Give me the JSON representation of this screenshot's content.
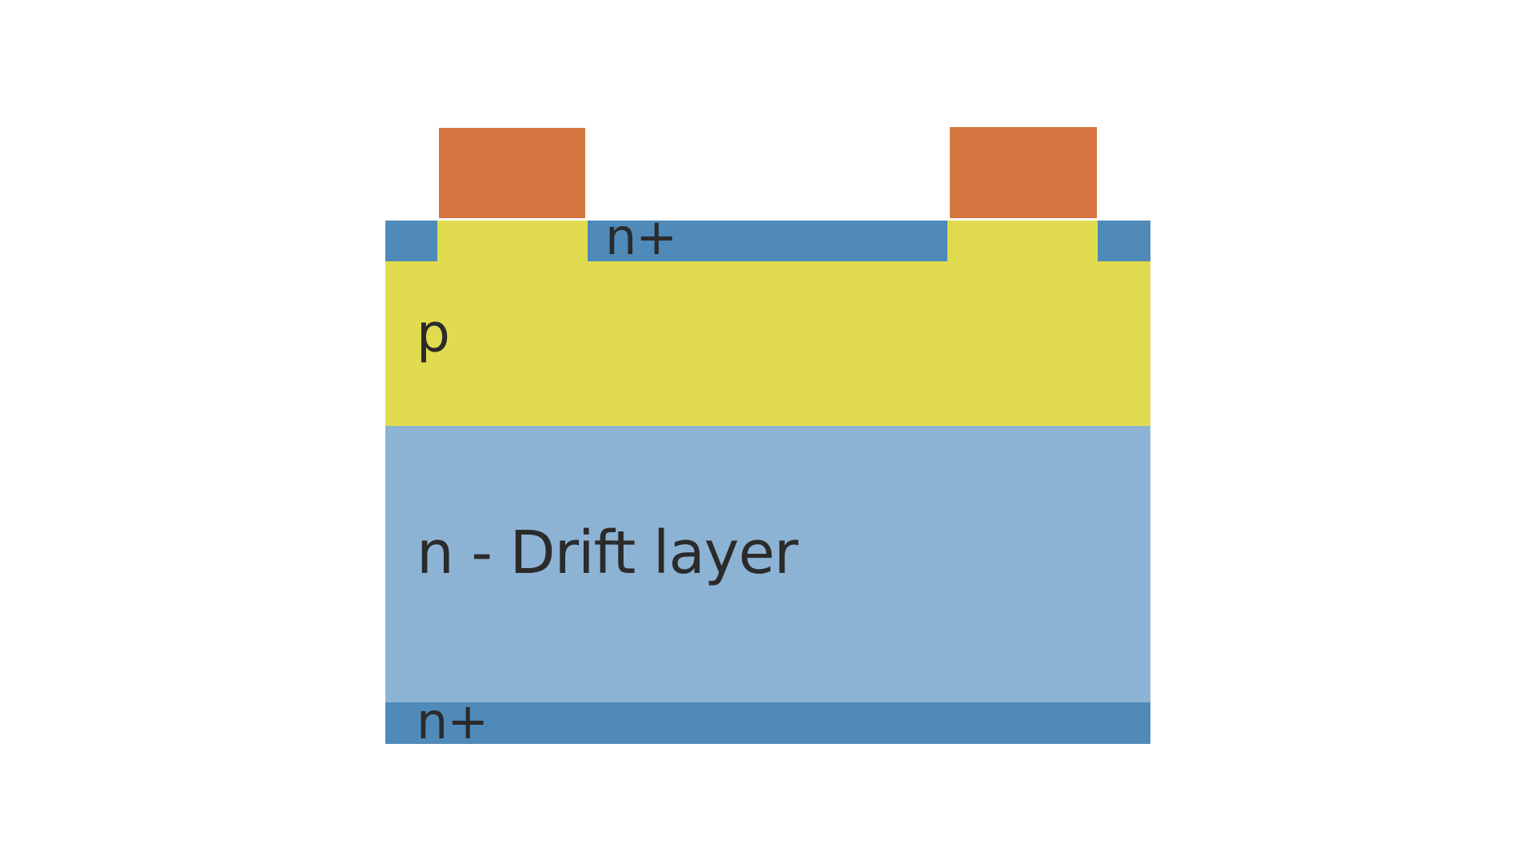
{
  "diagram": {
    "labels": {
      "top_n_plus": "n+",
      "p_region": "p",
      "drift_layer": "n - Drift layer",
      "bottom_n_plus": "n+"
    },
    "colors": {
      "electrode": "#D67542",
      "n_plus": "#4F8AB9",
      "p": "#E1DB50",
      "drift": "#8DB3D4"
    }
  }
}
